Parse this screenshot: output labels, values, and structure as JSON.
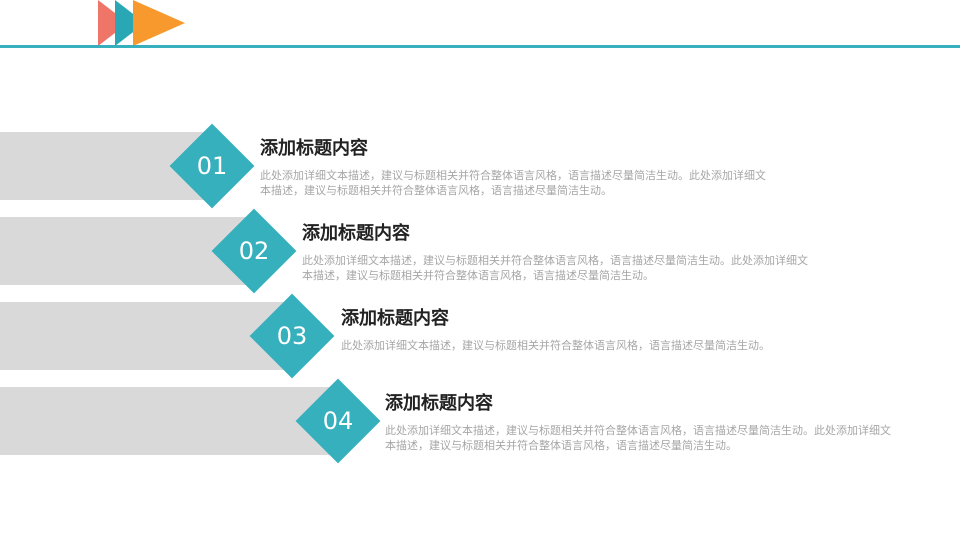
{
  "brand_colors": {
    "accent": "#37afbc",
    "red": "#ee7567",
    "orange": "#f7992d",
    "band": "#d9d9d9"
  },
  "items": [
    {
      "number": "01",
      "title": "添加标题内容",
      "description": "此处添加详细文本描述，建议与标题相关并符合整体语言风格，语言描述尽量简洁生动。此处添加详细文本描述，建议与标题相关并符合整体语言风格，语言描述尽量简洁生动。"
    },
    {
      "number": "02",
      "title": "添加标题内容",
      "description": "此处添加详细文本描述，建议与标题相关并符合整体语言风格，语言描述尽量简洁生动。此处添加详细文本描述，建议与标题相关并符合整体语言风格，语言描述尽量简洁生动。"
    },
    {
      "number": "03",
      "title": "添加标题内容",
      "description": "此处添加详细文本描述，建议与标题相关并符合整体语言风格，语言描述尽量简洁生动。"
    },
    {
      "number": "04",
      "title": "添加标题内容",
      "description": "此处添加详细文本描述，建议与标题相关并符合整体语言风格，语言描述尽量简洁生动。此处添加详细文本描述，建议与标题相关并符合整体语言风格，语言描述尽量简洁生动。"
    }
  ]
}
